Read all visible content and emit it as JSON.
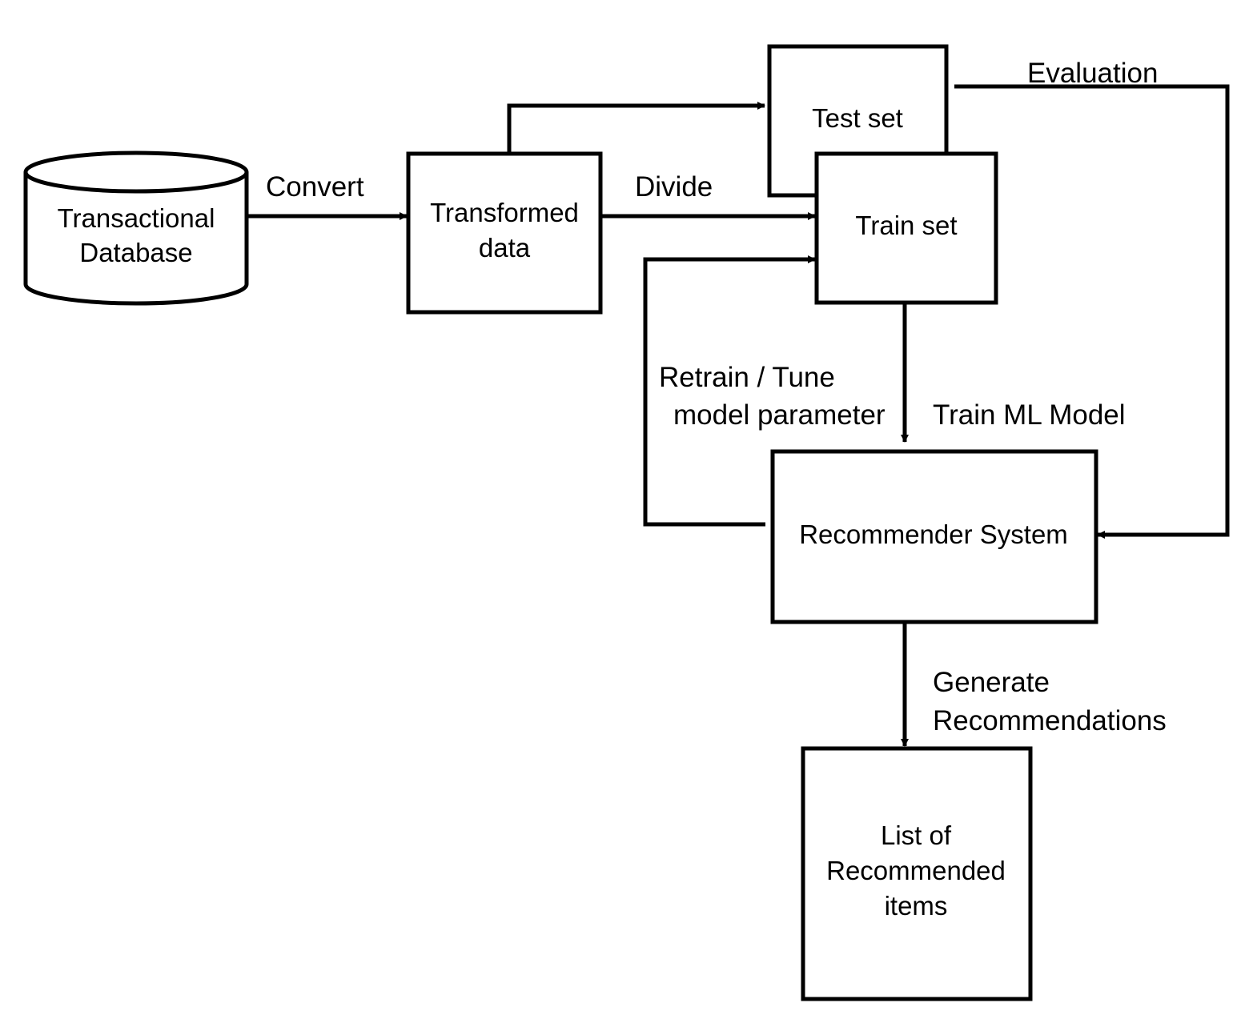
{
  "colors": {
    "stroke": "#000000",
    "background": "#ffffff",
    "text": "#000000"
  },
  "nodes": {
    "database": {
      "line1": "Transactional",
      "line2": "Database"
    },
    "transformed": {
      "line1": "Transformed",
      "line2": "data"
    },
    "test_set": {
      "label": "Test set"
    },
    "train_set": {
      "label": "Train set"
    },
    "recommender": {
      "label": "Recommender System"
    },
    "list": {
      "line1": "List of",
      "line2": "Recommended",
      "line3": "items"
    }
  },
  "edges": {
    "convert": {
      "label": "Convert"
    },
    "divide": {
      "label": "Divide"
    },
    "evaluation": {
      "label": "Evaluation"
    },
    "retrain": {
      "line1": "Retrain / Tune",
      "line2": "model parameter"
    },
    "train_model": {
      "label": "Train ML Model"
    },
    "generate": {
      "line1": "Generate",
      "line2": "Recommendations"
    }
  }
}
